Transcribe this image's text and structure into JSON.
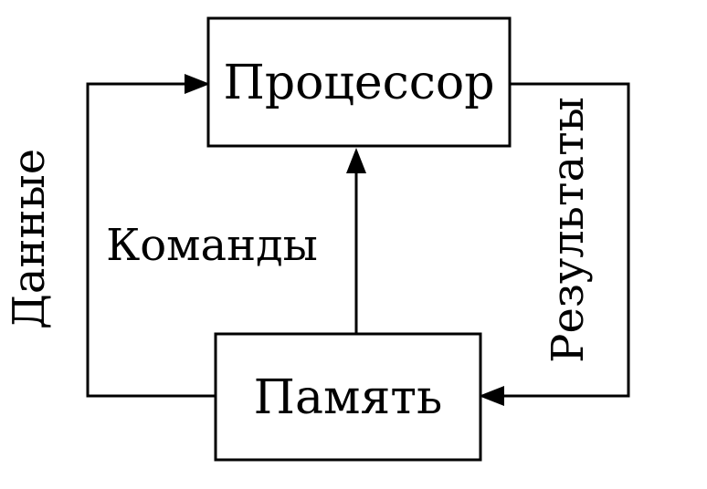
{
  "diagram": {
    "type": "flow-cycle",
    "background_color": "#ffffff",
    "line_color": "#000000",
    "nodes": [
      {
        "id": "processor",
        "label": "Процессор"
      },
      {
        "id": "memory",
        "label": "Память"
      }
    ],
    "edges": [
      {
        "from": "memory",
        "to": "processor",
        "label": "Данные",
        "route": "left-side",
        "label_orientation": "vertical"
      },
      {
        "from": "memory",
        "to": "processor",
        "label": "Команды",
        "route": "center-vertical",
        "label_orientation": "horizontal"
      },
      {
        "from": "processor",
        "to": "memory",
        "label": "Результаты",
        "route": "right-side",
        "label_orientation": "vertical"
      }
    ]
  }
}
